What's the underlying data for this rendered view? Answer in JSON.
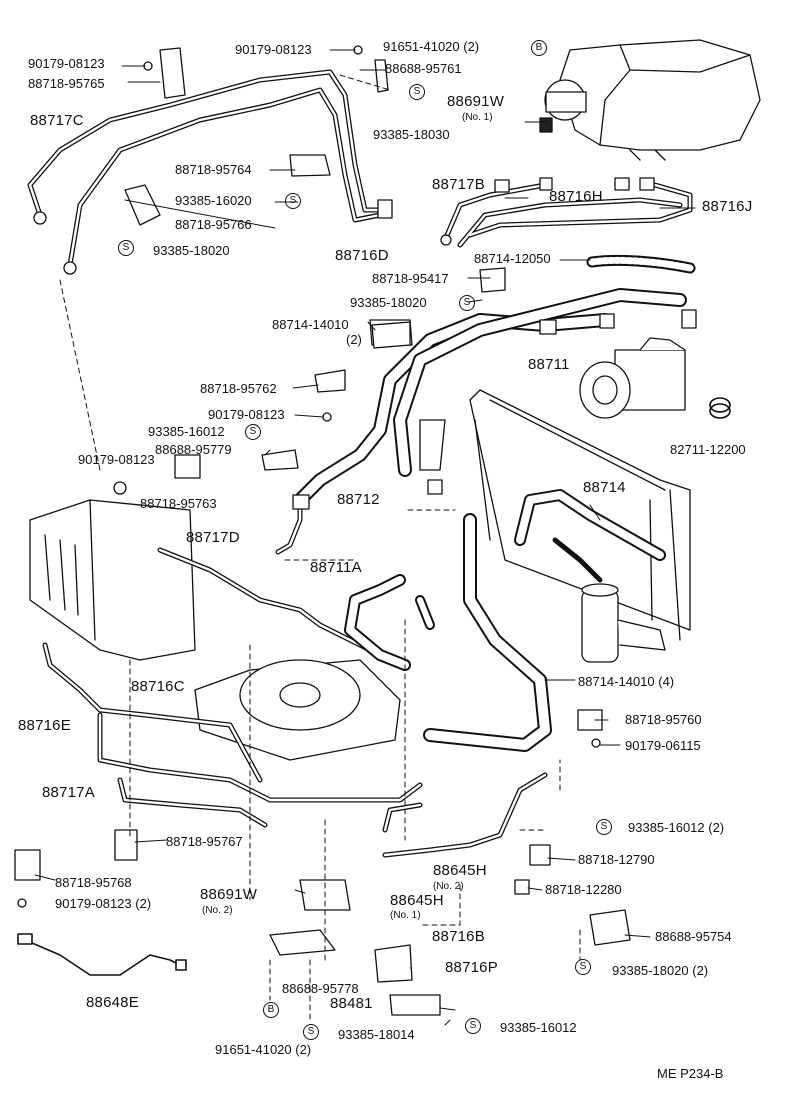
{
  "labels": {
    "l01": "90179-08123",
    "l02": "88718-95765",
    "l03": "90179-08123",
    "l04": "91651-41020 (2)",
    "l05": "88688-95761",
    "l06": "88691W",
    "l06s": "(No. 1)",
    "l07": "93385-18030",
    "l08": "88717C",
    "l09": "88718-95764",
    "l10": "93385-16020",
    "l11": "88718-95766",
    "l12": "93385-18020",
    "l13": "88716D",
    "l14": "88717B",
    "l15": "88716H",
    "l16": "88716J",
    "l17": "88714-12050",
    "l18": "88718-95417",
    "l19": "93385-18020",
    "l20": "88714-14010",
    "l20s": "(2)",
    "l21": "88711",
    "l22": "88718-95762",
    "l23": "90179-08123",
    "l24": "93385-16012",
    "l25": "88688-95779",
    "l26": "90179-08123",
    "l27": "88718-95763",
    "l28": "88712",
    "l29": "88714",
    "l30": "82711-12200",
    "l31": "88717D",
    "l32": "88711A",
    "l33": "88716C",
    "l34": "88716E",
    "l35": "88714-14010 (4)",
    "l36": "88718-95760",
    "l37": "90179-06115",
    "l38": "88717A",
    "l39": "88718-95767",
    "l40": "93385-16012 (2)",
    "l41": "88718-12790",
    "l42": "88645H",
    "l42s": "(No. 2)",
    "l43": "88718-95768",
    "l44": "88691W",
    "l44s": "(No. 2)",
    "l45": "88645H",
    "l45s": "(No. 1)",
    "l46": "88718-12280",
    "l47": "90179-08123 (2)",
    "l48": "88716B",
    "l49": "88688-95754",
    "l50": "93385-18020 (2)",
    "l51": "88716P",
    "l52": "88688-95778",
    "l53": "88648E",
    "l54": "88481",
    "l55": "93385-16012",
    "l56": "93385-18014",
    "l57": "91651-41020 (2)"
  },
  "marks": {
    "s": "S",
    "b": "B"
  },
  "footer": "ME P234-B"
}
